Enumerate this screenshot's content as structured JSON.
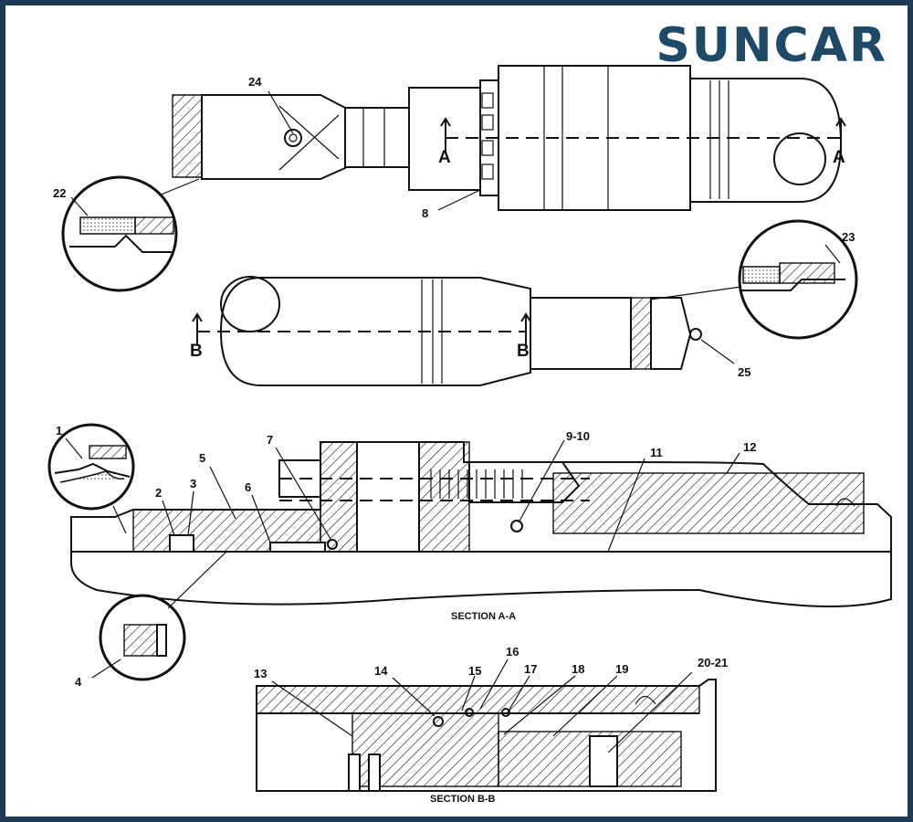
{
  "brand": {
    "logo_text": "SUNCAR",
    "logo_color": "#1e4a68",
    "border_color": "#1f3a57"
  },
  "callouts": {
    "c1": "1",
    "c2": "2",
    "c3": "3",
    "c4": "4",
    "c5": "5",
    "c6": "6",
    "c7": "7",
    "c8": "8",
    "c9_10": "9-10",
    "c11": "11",
    "c12": "12",
    "c13": "13",
    "c14": "14",
    "c15": "15",
    "c16": "16",
    "c17": "17",
    "c18": "18",
    "c19": "19",
    "c20_21": "20-21",
    "c22": "22",
    "c23": "23",
    "c24": "24",
    "c25": "25"
  },
  "section_markers": {
    "a_left": "A",
    "a_right": "A",
    "b_left": "B",
    "b_right": "B"
  },
  "section_titles": {
    "aa": "SECTION A-A",
    "bb": "SECTION B-B"
  },
  "icons": {
    "magnifier": "detail-circle-icon",
    "arrow": "section-arrow-icon"
  }
}
